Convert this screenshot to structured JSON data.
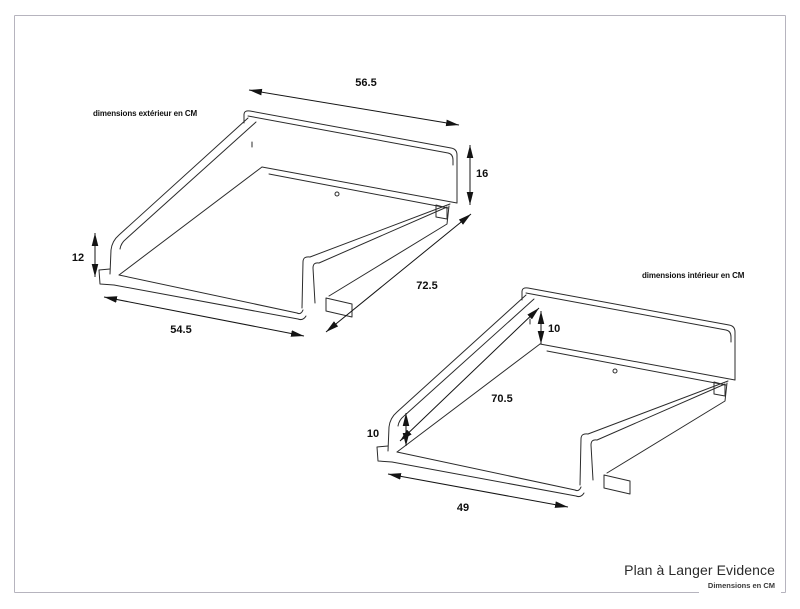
{
  "page": {
    "background": "#ffffff"
  },
  "frame": {
    "border_color": "#b6b4be"
  },
  "drawing_colors": {
    "line": "#2b2b2b",
    "dimension": "#141414",
    "text": "#0f0f0f"
  },
  "drawings": {
    "exterior": {
      "label": "dimensions extérieur en CM",
      "dim_width_top": "56.5",
      "dim_height_back": "16",
      "dim_height_front": "12",
      "dim_width_bottom": "54.5",
      "dim_depth": "72.5"
    },
    "interior": {
      "label": "dimensions intérieur en CM",
      "dim_height_back_inner": "10",
      "dim_length_inner": "70.5",
      "dim_height_front_inner": "10",
      "dim_width_inner": "49"
    }
  },
  "title_block": {
    "title": "Plan à Langer Evidence",
    "subtitle": "Dimensions en CM"
  }
}
